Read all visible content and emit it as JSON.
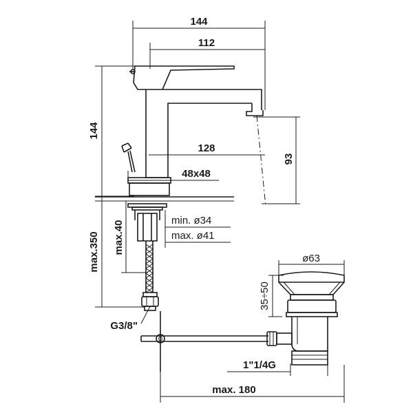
{
  "dimensions": {
    "overall_width": "144",
    "handle_to_spout": "112",
    "height": "144",
    "reach": "128",
    "spout_height": "93",
    "base_size": "48x48",
    "hole_min": "min. ø34",
    "hole_max": "max. ø41",
    "deck_max": "max.40",
    "hose_length": "max.350",
    "connection": "G3/8\"",
    "waste_diameter": "ø63",
    "waste_height": "35÷50",
    "waste_thread": "1\"1/4G",
    "rod_length": "max. 180"
  }
}
